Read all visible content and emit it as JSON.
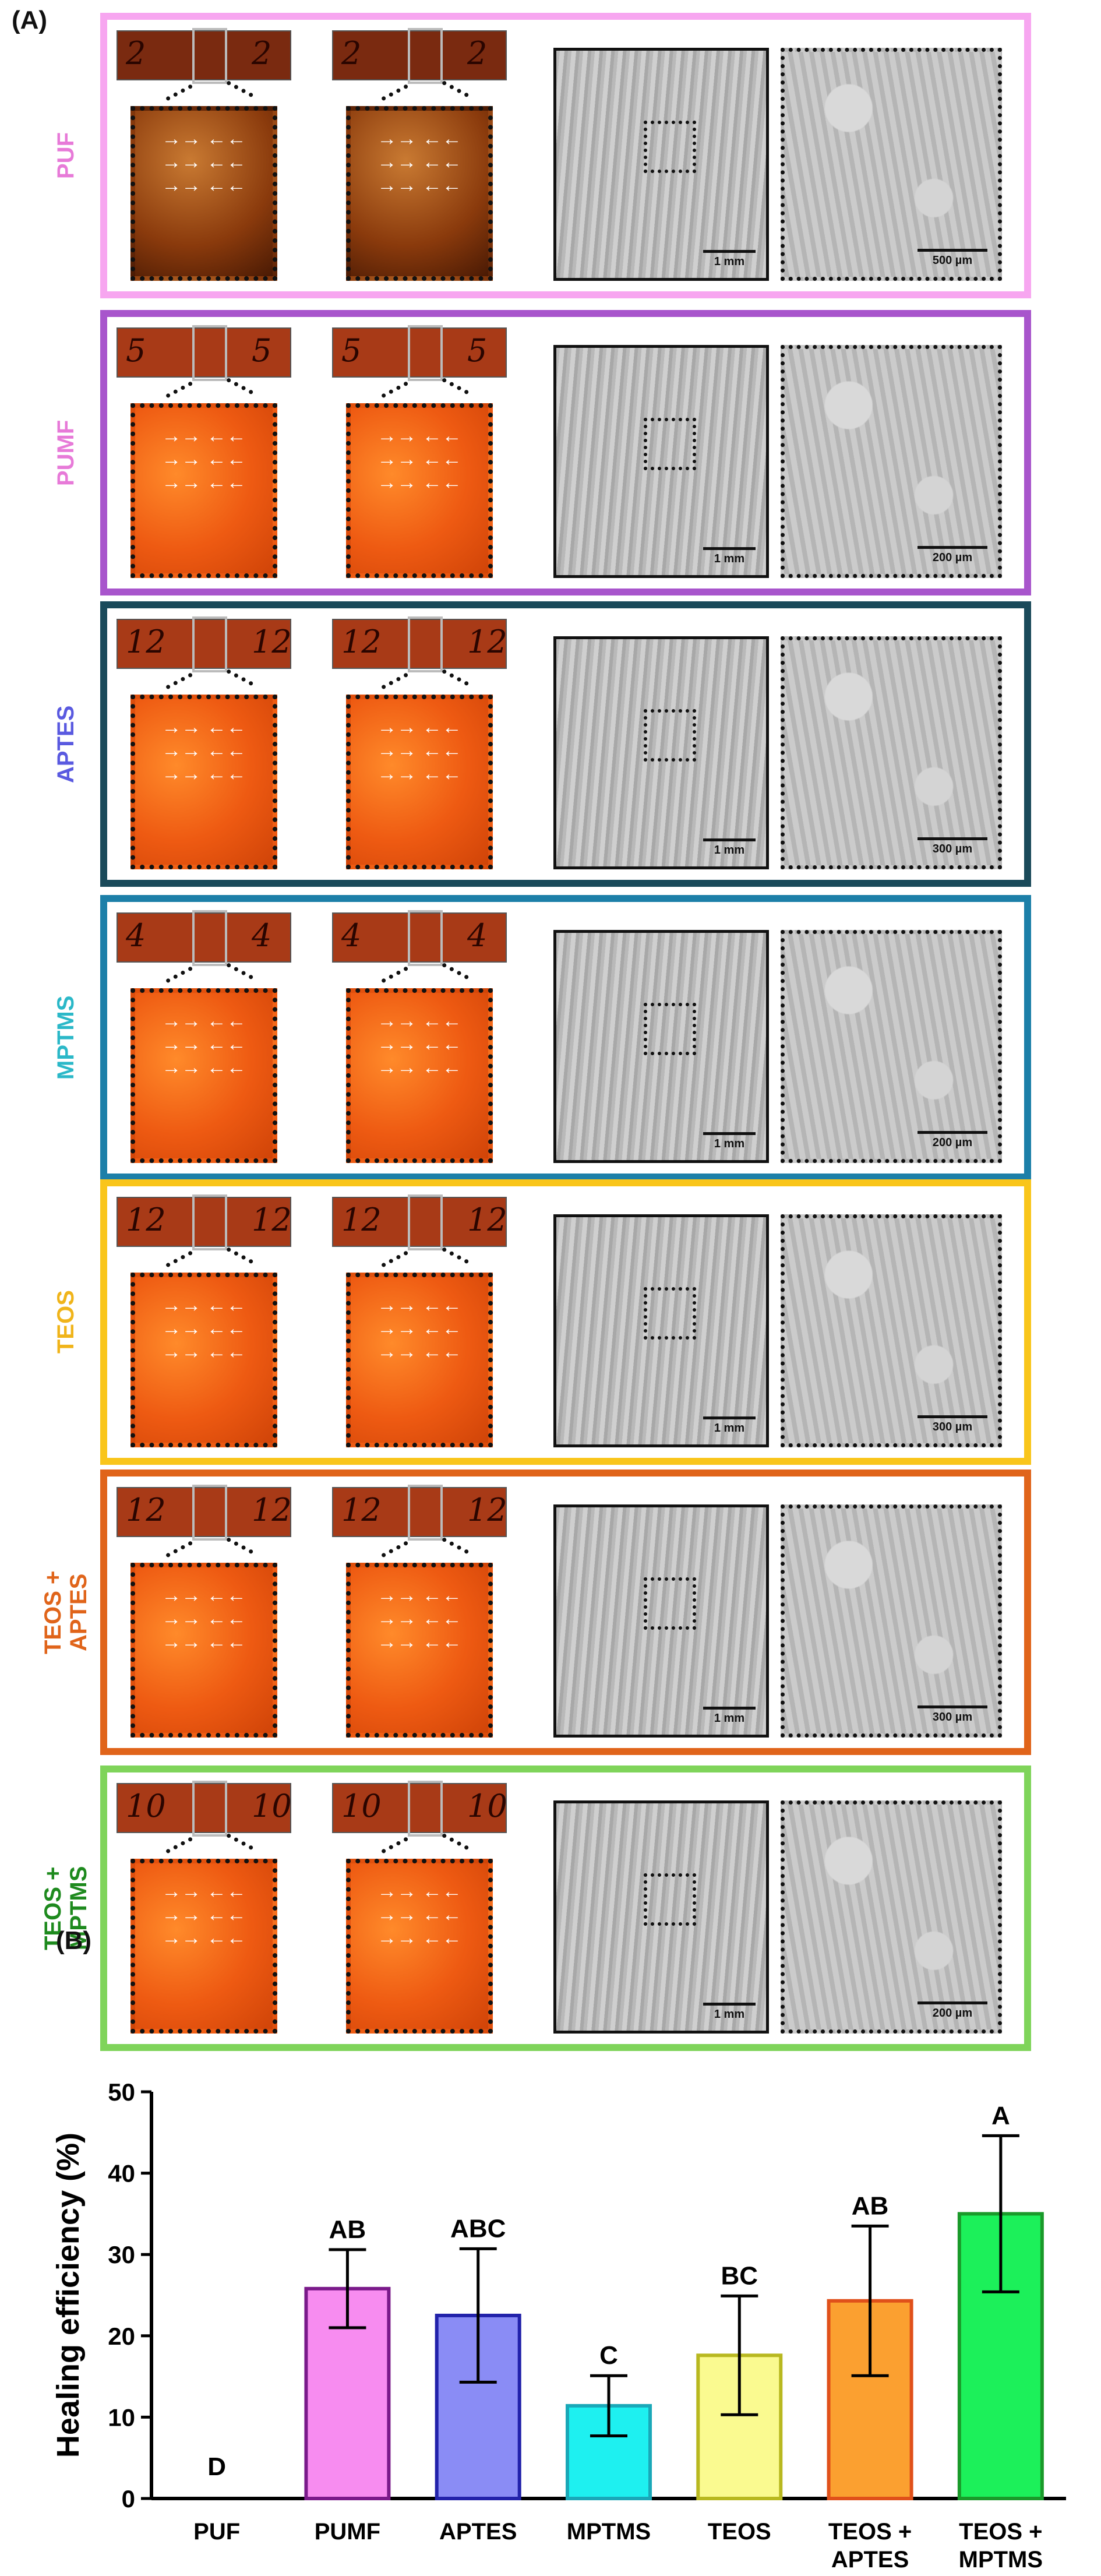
{
  "panel_a_letter": "(A)",
  "panel_b_letter": "(B)",
  "rows": [
    {
      "label": "PUF",
      "color": "#f7a6f0",
      "label_color": "#e77ad8",
      "strip_num": "2",
      "sem_scale_big": "1 mm",
      "sem_scale_small": "500 µm"
    },
    {
      "label": "PUMF",
      "color": "#a855cc",
      "label_color": "#e77ad8",
      "strip_num": "5",
      "sem_scale_big": "1 mm",
      "sem_scale_small": "200 µm"
    },
    {
      "label": "APTES",
      "color": "#1a4a5a",
      "label_color": "#5a5ae0",
      "strip_num": "12",
      "sem_scale_big": "1 mm",
      "sem_scale_small": "300 µm"
    },
    {
      "label": "MPTMS",
      "color": "#1c7fa8",
      "label_color": "#2bb8c8",
      "strip_num": "4",
      "sem_scale_big": "1 mm",
      "sem_scale_small": "200 µm"
    },
    {
      "label": "TEOS",
      "color": "#f9c51a",
      "label_color": "#f0b41a",
      "strip_num": "12",
      "sem_scale_big": "1 mm",
      "sem_scale_small": "300 µm"
    },
    {
      "label": "TEOS +\nAPTES",
      "color": "#e0641a",
      "label_color": "#e0641a",
      "strip_num": "12",
      "sem_scale_big": "1 mm",
      "sem_scale_small": "300 µm"
    },
    {
      "label": "TEOS +\nMPTMS",
      "color": "#7fd45a",
      "label_color": "#1e8a1e",
      "strip_num": "10",
      "sem_scale_big": "1 mm",
      "sem_scale_small": "200 µm"
    }
  ],
  "chart_data": {
    "type": "bar",
    "categories": [
      "PUF",
      "PUMF",
      "APTES",
      "MPTMS",
      "TEOS",
      "TEOS +\nAPTES",
      "TEOS +\nMPTMS"
    ],
    "values": [
      0,
      25.8,
      22.5,
      11.4,
      17.6,
      24.3,
      35.0
    ],
    "errors": [
      0,
      4.8,
      8.2,
      3.7,
      7.3,
      9.2,
      9.6
    ],
    "letters": [
      "D",
      "AB",
      "ABC",
      "C",
      "BC",
      "AB",
      "A"
    ],
    "fill_colors": [
      "#ffffff",
      "#f78cf0",
      "#8a8cf5",
      "#1ef0f0",
      "#fafa90",
      "#fba030",
      "#1cf05a"
    ],
    "edge_colors": [
      "#000000",
      "#7a1a8a",
      "#2222aa",
      "#1aa8b8",
      "#b8b820",
      "#e0501a",
      "#1a9a2a"
    ],
    "ylabel": "Healing efficiency (%)",
    "ylim": [
      0,
      50
    ],
    "yticks": [
      0,
      10,
      20,
      30,
      40,
      50
    ],
    "grid": false
  }
}
